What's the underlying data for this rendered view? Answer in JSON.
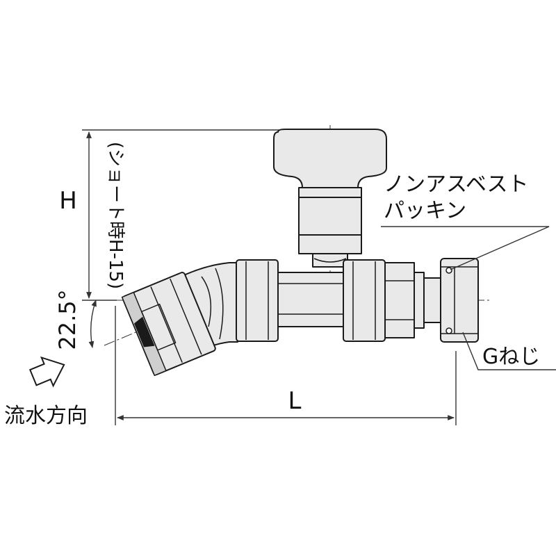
{
  "labels": {
    "height": "H",
    "height_note": "(ショート時H-15)",
    "angle": "22.5°",
    "flow_direction": "流水方向",
    "length": "L",
    "packing_line1": "ノンアスベスト",
    "packing_line2": "パッキン",
    "thread": "Gねじ"
  },
  "colors": {
    "body_fill": "#e9e9e9",
    "body_dark": "#cfcfcf",
    "stroke": "#1a1a1a",
    "dim_line": "#333333"
  }
}
